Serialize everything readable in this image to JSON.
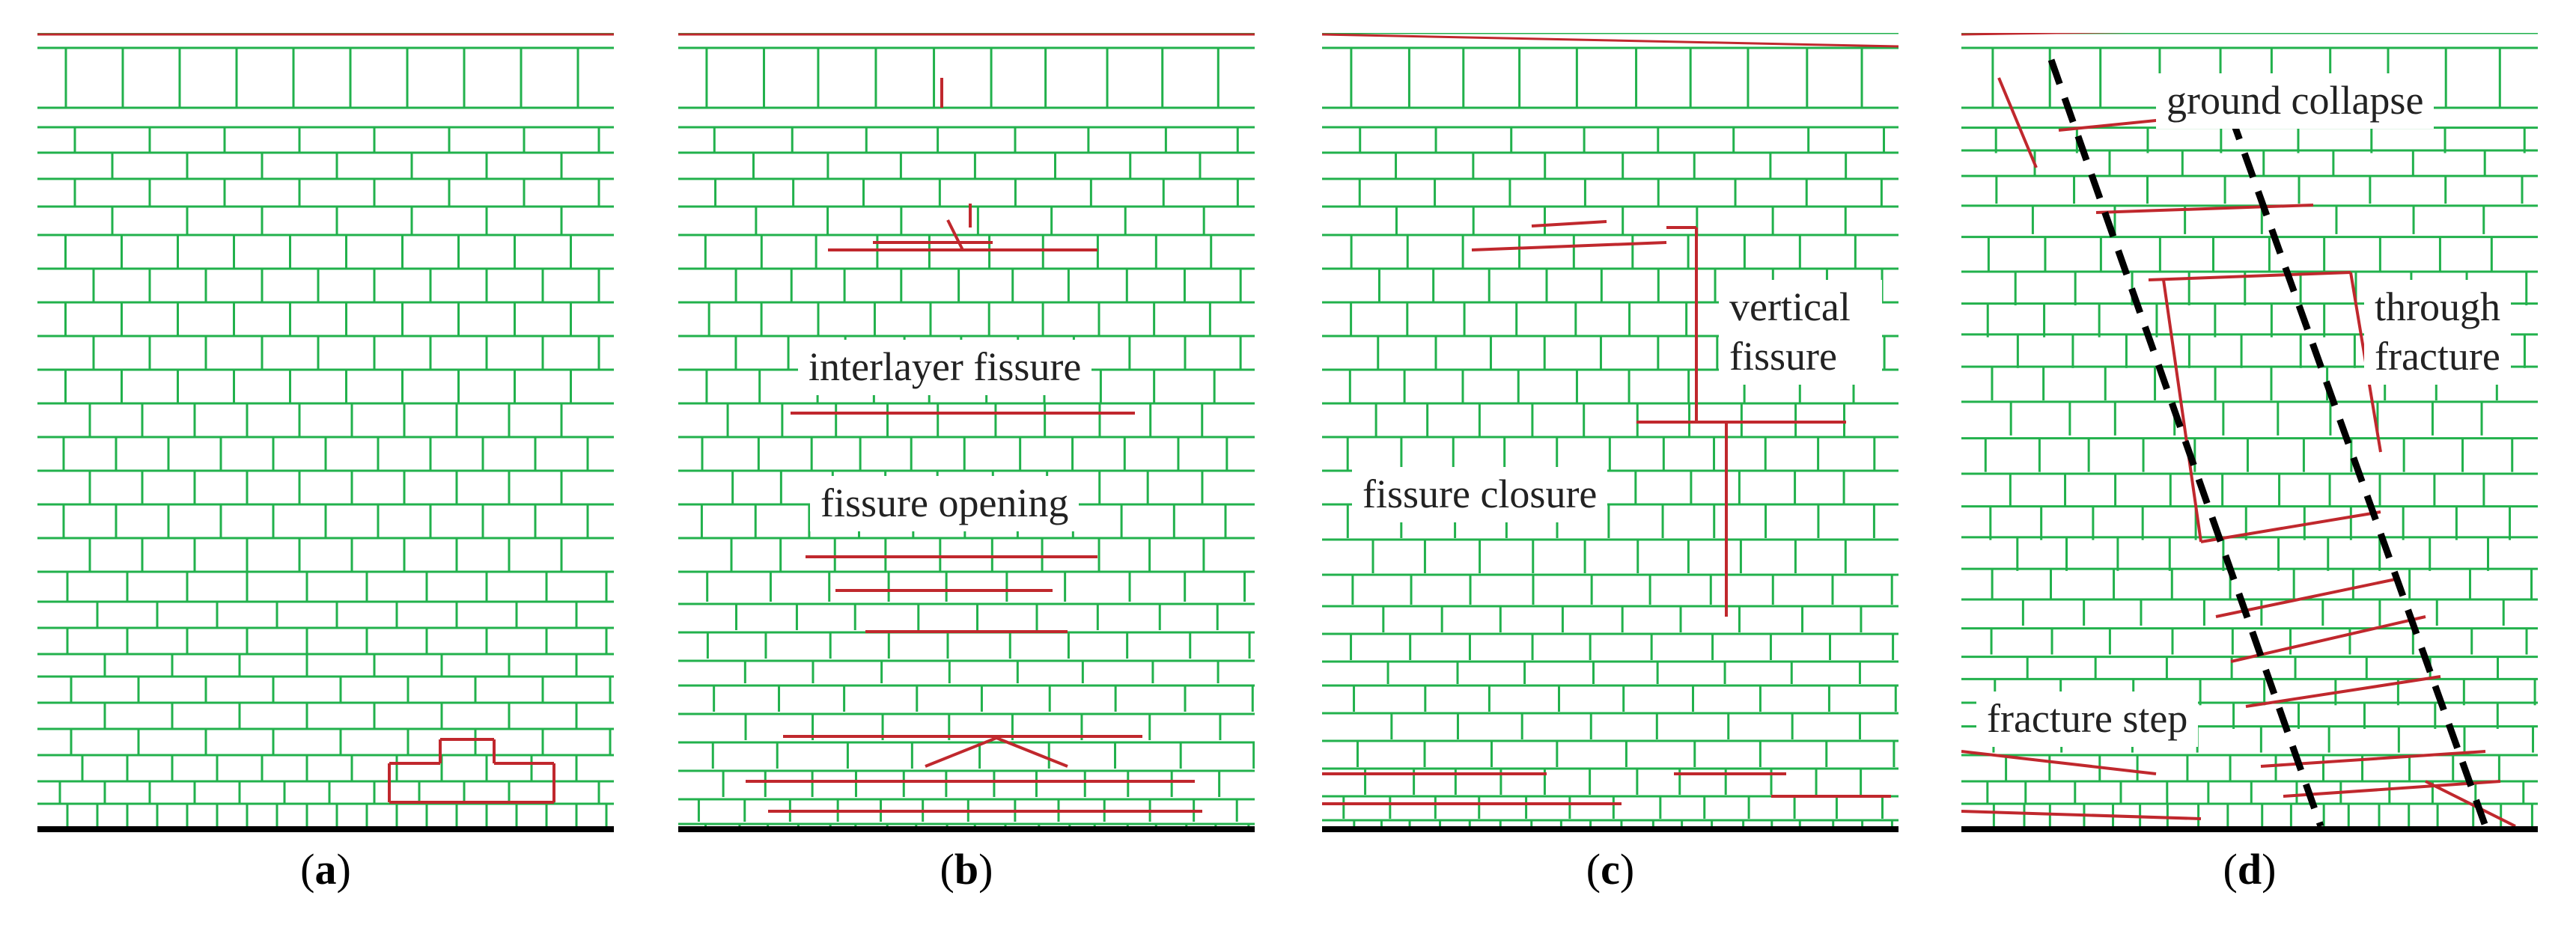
{
  "panels": [
    {
      "id": "a",
      "caption_open": "(",
      "caption_letter": "a",
      "caption_close": ")",
      "labels": []
    },
    {
      "id": "b",
      "caption_open": "(",
      "caption_letter": "b",
      "caption_close": ")",
      "labels": [
        "interlayer fissure",
        "fissure opening"
      ]
    },
    {
      "id": "c",
      "caption_open": "(",
      "caption_letter": "c",
      "caption_close": ")",
      "labels": [
        "vertical",
        "fissure",
        "fissure closure"
      ]
    },
    {
      "id": "d",
      "caption_open": "(",
      "caption_letter": "d",
      "caption_close": ")",
      "labels": [
        "ground collapse",
        "through",
        "fracture",
        "fracture step"
      ]
    }
  ],
  "colors": {
    "block_edge": "#22b14c",
    "fractured_edge": "#c0282d",
    "base": "#000000",
    "dashed": "#000000"
  }
}
